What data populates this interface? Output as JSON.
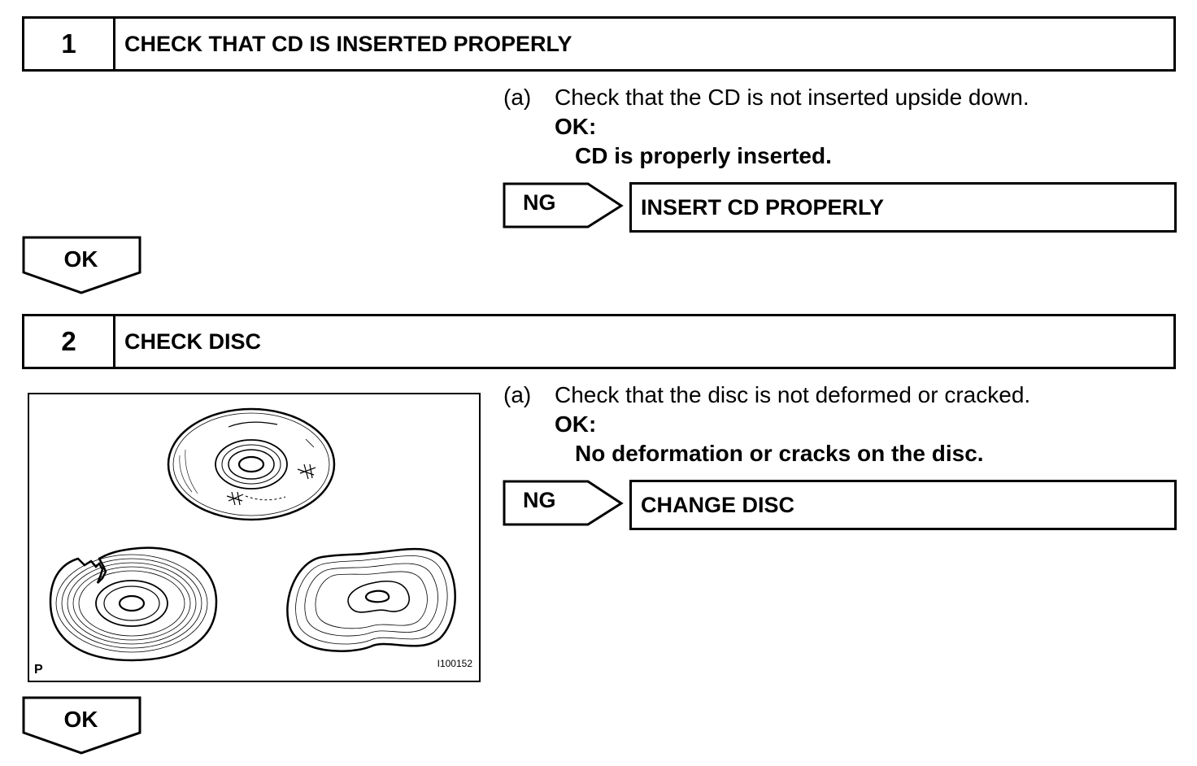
{
  "steps": [
    {
      "number": "1",
      "title": "CHECK THAT CD IS INSERTED PROPERLY",
      "instruction_label": "(a)",
      "instruction_text": "Check that the CD is not inserted upside down.",
      "ok_label": "OK:",
      "ok_value": "CD is properly inserted.",
      "ng_label": "NG",
      "ng_action": "INSERT CD PROPERLY",
      "ok_arrow": "OK"
    },
    {
      "number": "2",
      "title": "CHECK DISC",
      "instruction_label": "(a)",
      "instruction_text": "Check that the disc is not deformed or cracked.",
      "ok_label": "OK:",
      "ok_value": "No deformation or cracks on the disc.",
      "ng_label": "NG",
      "ng_action": "CHANGE DISC",
      "ok_arrow": "OK"
    }
  ],
  "figure": {
    "corner_mark": "P",
    "code": "I100152",
    "icons": [
      "disc-scratched-icon",
      "disc-cracked-icon",
      "disc-deformed-icon"
    ]
  }
}
